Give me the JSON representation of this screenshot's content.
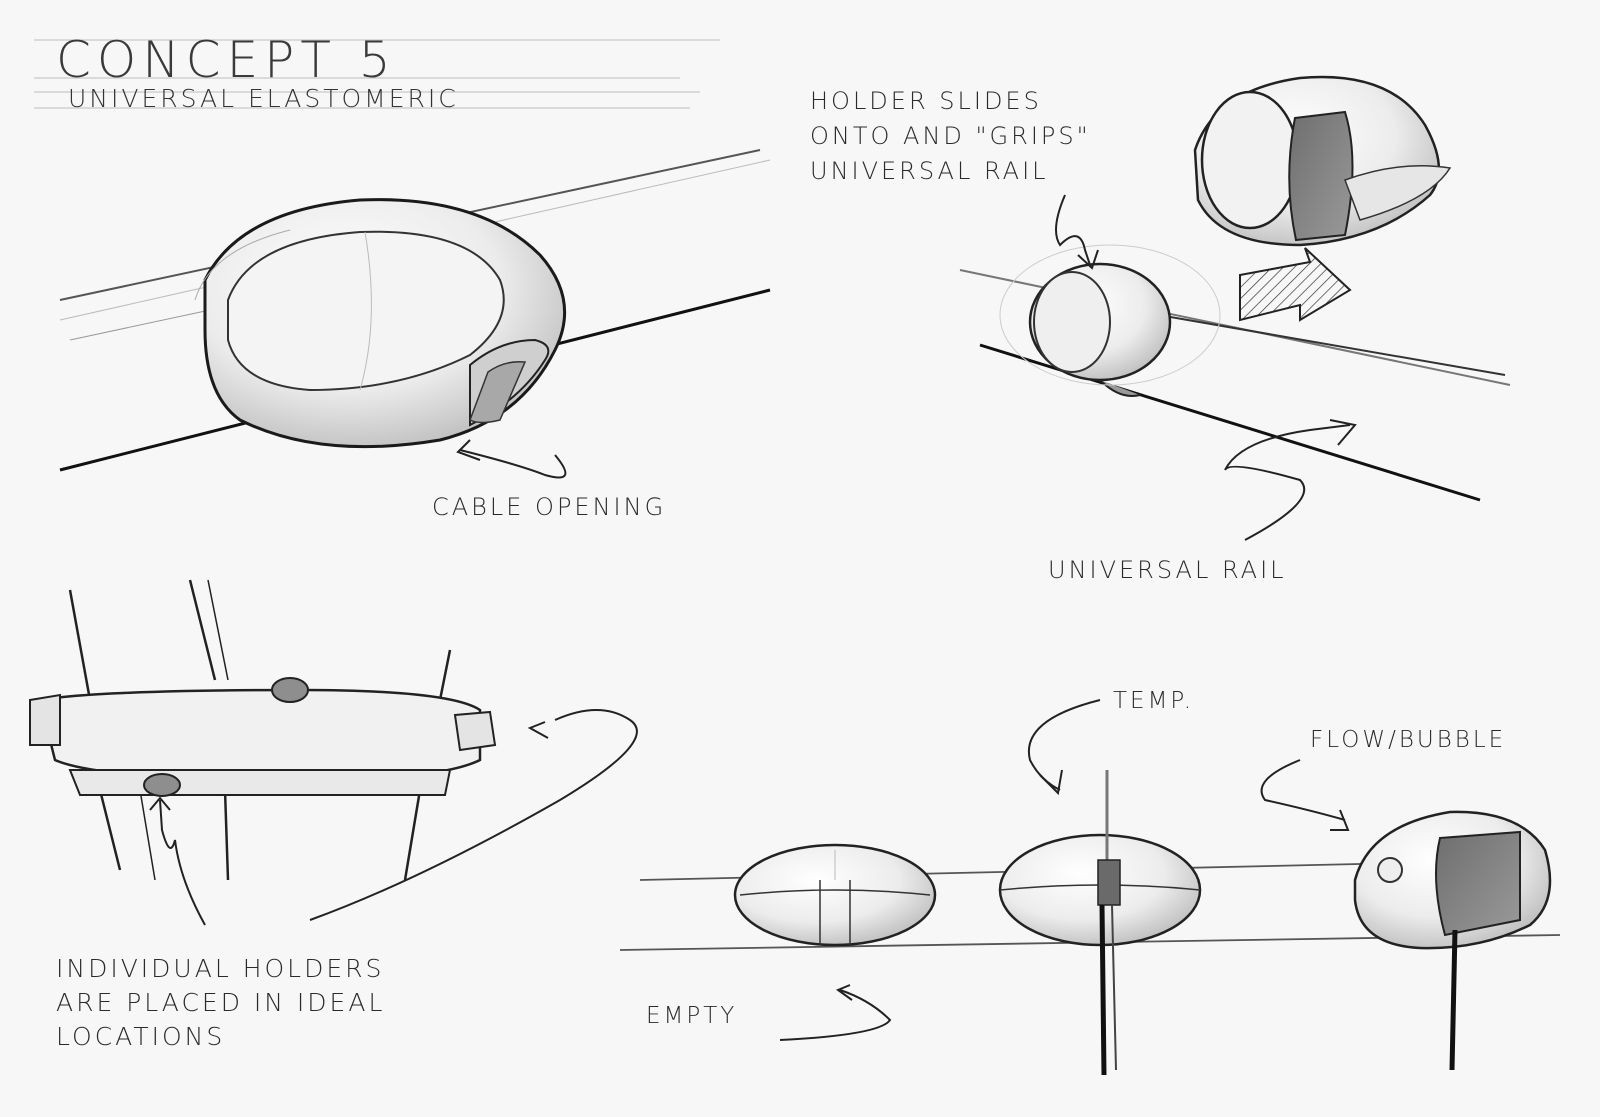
{
  "title": "Concept 5",
  "subtitle": "Universal Elastomeric",
  "annotations": {
    "holder_slides": "Holder slides\nonto and \"grips\"\nuniversal rail",
    "cable_opening": "Cable opening",
    "universal_rail": "Universal rail",
    "individual_holders": "Individual holders\nare placed in ideal\nlocations",
    "temp": "Temp.",
    "flow_bubble": "Flow/bubble",
    "empty": "Empty"
  },
  "colors": {
    "paper": "#f7f7f7",
    "line": "#222222",
    "shell_light": "#f2f2f2",
    "shell_shadow": "#bdbdbd",
    "insert_dark": "#8a8a8a"
  }
}
